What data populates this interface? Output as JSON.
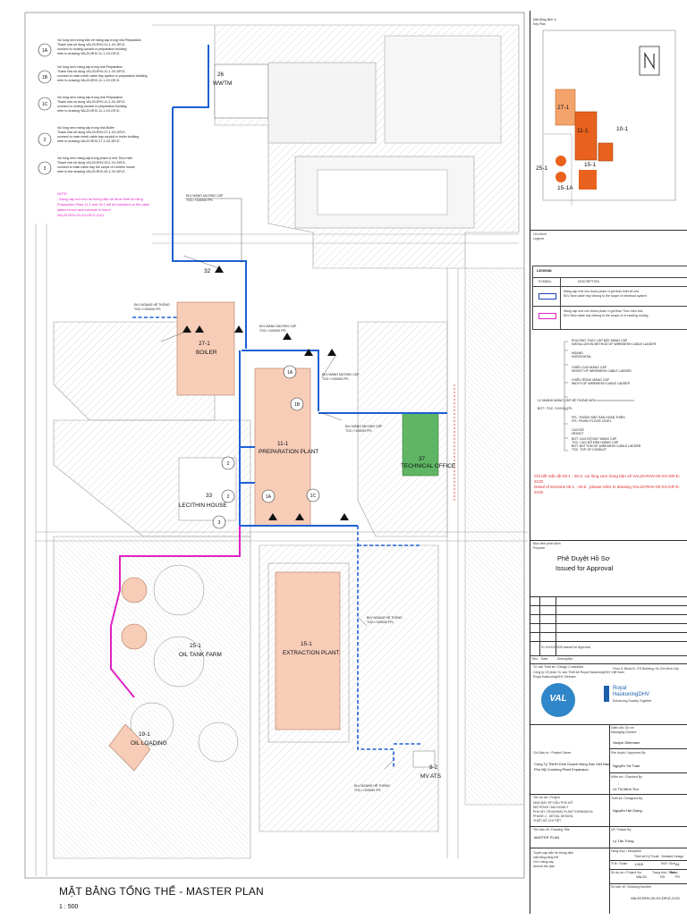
{
  "plan": {
    "title": "MẶT BẰNG TỔNG THỂ - MASTER PLAN",
    "scale": "1 : 500",
    "notes": [
      {
        "tag": "1A",
        "text": [
          "Vui lòng xem trong bản vẽ máng cáp trong nhà Preparation",
          "Thank nhà sử dụng VAL20-RHV-11-1-XX-DR-E-",
          "connect to routing conduit in preparation building",
          "refer to drawing VAL20-RHV-11-1-XX-DR-E-"
        ]
      },
      {
        "tag": "1B",
        "text": [
          "Vui lòng xem máng cáp trong nhà Preparation",
          "Thank nhà sử dụng VAL20-RHV-11-1-XX-DR-E-",
          "connect to main mesh cable tray system in preparation building",
          "refer to drawing VAL20-RHV-11-1-XX-DR-E-"
        ]
      },
      {
        "tag": "1C",
        "text": [
          "Vui lòng xem máng cáp trong nhà Preparation",
          "Thank nhà sử dụng VAL20-RHV-11-1-XX-DR-E-",
          "connect to routing conduit in preparation building",
          "refer to drawing VAL20-RHV-11-1-XX-DR-E-"
        ]
      },
      {
        "tag": "2",
        "text": [
          "Vui lòng xem máng cáp trong nhà Boiler",
          "Thank nhà sử dụng VAL20-RHV-27-1-XX-DR-E-",
          "connect to main mesh cable tray conduit in boiler building",
          "refer to drawing VAL20-RHV-27-1-XX-DR-E-"
        ]
      },
      {
        "tag": "3",
        "text": [
          "Vui lòng xem máng cáp trong phạm vi nhà Thực hiện",
          "Thank nhà sử dụng VAL20-RHV-33-1-XX-DR-E-",
          "connect to main cable tray the scope of Lecithin house",
          "refer to the drawing VAL20-RHV-33-1-XX-DR-E-"
        ]
      }
    ],
    "pink_note": [
      "NOTE:",
      "- Mạng cáp mới cho hệ thống điện sẽ được thiết kế riêng",
      "Preparation Plant 11-1 and 15-1 will be indicated on the cable",
      "tabled trench and manhole in future",
      "VAL20-RHV-00-XX-DR-E-2101"
    ],
    "buildings": [
      {
        "id": "26",
        "name": "WWTM"
      },
      {
        "id": "27-1",
        "name": "BOILER"
      },
      {
        "id": "11-1",
        "name": "PREPARATION PLANT"
      },
      {
        "id": "37",
        "name": "TECHNICAL OFFICE"
      },
      {
        "id": "33",
        "name": "LECITHIN HOUSE"
      },
      {
        "id": "25-1",
        "name": "OIL TANK FARM"
      },
      {
        "id": "15-1",
        "name": "EXTRACTION PLANT"
      },
      {
        "id": "19-1",
        "name": "OIL LOADING"
      },
      {
        "id": "8-2",
        "name": "MV ATS"
      }
    ],
    "callouts": [
      "1A",
      "1B",
      "1C",
      "2",
      "3"
    ],
    "tray_tag": "ĐLV MÁNG MƯƠNG CÁP",
    "tray_level": "TOC=+100000 FFL",
    "conduit_tag": "ĐLV NGANG HỆ THỐNG",
    "mark_32": "32"
  },
  "title_block": {
    "keyplan_heading": "Mặt bằng định vị",
    "keyplan_sub": "Key Plan",
    "keyplan_labels": [
      "27-1",
      "11-1",
      "10-1",
      "25-1",
      "15-1",
      "15-1A"
    ],
    "legend_heading": "Chú thích",
    "legend_sub": "Legend",
    "legend_box_title": "LEGEND",
    "legend_col_symbol": "SYMBOL",
    "legend_col_desc": "DESCRIPTION",
    "legend_rows": [
      {
        "line1": "Máng cáp mới cho thuộc phạm vi gói thầu thiết kế của",
        "line2": "ĐLV  New cable tray belong to the scope of electrical system"
      },
      {
        "line1": "Máng cáp mới cho thuộc phạm vi gói thầu Thực hiện của",
        "line2": "ĐLV  New cable tray belong to the scope of of existing routing"
      }
    ],
    "diagram_left_1": "LV NHÁNH MÁNG CÁP HỆ THỐNG MỚI",
    "diagram_left_2": "BOT / TOC +XXXXX FFL",
    "diagram_right": [
      "PHƯƠNG THỨC LẮP ĐẶT MÁNG CÁP",
      "INSTALLATION METHOD OF WIREMESH CABLE LADDER",
      "NGANG",
      "HORIZONTAL",
      "CHIỀU CAO MÁNG CÁP",
      "HEIGHT OF WIREMESH CABLE LADDER",
      "CHIỀU RỘNG MÁNG CÁP",
      "WIDTH OF WIREMESH CABLE LADDER",
      "FFL: THÔNG MẶT SÀN HOÀN THIỆN",
      "FFL: FINISH FLOOR LEVEL",
      "CAO ĐỘ",
      "HEIGHT",
      "BOT: CAO ĐỘ ĐÁY MÁNG CÁP",
      "TOC: CAO ĐỘ ĐỈNH MÁNG CÁP",
      "BOT: BOTTOM OF WIREMESH CABLE LADDER",
      "TOC: TOP OF CONDUIT"
    ],
    "red_note_1": "Chi tiết mặt cắt 00.1 - 00.6, vui lòng xem trong bản vẽ VAL20-RHV-00-XX-DR-E-2102",
    "red_note_2": "Detail of sections 00.1 - 00.6 , please refer to drawing VAL20-RHV-00-XX-DR-E-2102",
    "purpose_heading": "Mục đích phát hành",
    "purpose_sub": "Purpose",
    "approval_vi": "Phê Duyệt Hồ Sơ",
    "approval_en": "Issued for Approval",
    "rev_row": "01   XX/XX/2025   Issued for Approval",
    "rev_headers": [
      "Rev",
      "Date",
      "Description"
    ],
    "consultant_line": "Tư vấn Thiết kế / Design Consultant",
    "consultant_vi": "Công ty Cổ phần Tư vấn Thiết kế Royal HaskoningDHV Việt Nam",
    "consultant_en": "Royal HaskoningDHV Vietnam",
    "office": "Floor 5, Block B, ITS Building, Ho Chi Minh City",
    "logo_val": "VAL",
    "logo_rh_1": "Royal",
    "logo_rh_2": "HaskoningDHV",
    "logo_rh_3": "Enhancing Society Together",
    "manager_label": "Giám đốc Dự án",
    "manager_en": "Managing Director",
    "manager_name": "Vadym Gliemann",
    "owner_label": "Chủ đầu tư / Project Owner",
    "owner_vi": "Công Ty TNHH Kinh Doanh Nông Sản Việt Nam",
    "owner_en": "Phú Mỹ Crushing Plant Expansion",
    "approved_label": "Phê duyệt / Approved By",
    "approved_name": "Nguyễn Tài Tuấn",
    "checked_label": "Kiểm tra / Checked By",
    "checked_name": "Lê Thị Minh Thư",
    "designed_label": "Thiết kế / Designed By",
    "designed_name": "Nguyễn Hải Giang",
    "drawn_label": "Vẽ / Drawn By",
    "drawn_name": "Lý Tấn Trung",
    "consult_label": "Tên dự án / Project",
    "consult_text": [
      "NHÀ MÁY ÉP DẦU PHÚ MỸ",
      "MỞ RỘNG GIAI ĐOẠN 2",
      "PHU MY CRUSHING PLANT EXPANSION",
      "PHASE 2 - DETAIL DESIGN",
      "THIẾT KẾ CHI TIẾT"
    ],
    "drawing_title_label": "Tên bản vẽ / Drawing Title",
    "drawing_title": "MASTER PLAN",
    "title_vi": [
      "Tuyến cáp dẫn hệ thống điện",
      "mặt bằng tổng thể",
      "vị trí máng cáp",
      "around the plan"
    ],
    "discipline_label": "Hạng mục / Discipline",
    "discipline": "Thiết kế Kỹ Thuật - Detailed Design",
    "scale_label": "Tỉ lệ / Scale",
    "scale": "1:500",
    "size_label": "Khổ / Size",
    "size": "A1",
    "project_no_label": "Số dự án / Project No.",
    "project_no": "VAL20",
    "status_label": "Trạng thái / Status",
    "status": "S3",
    "rev_label": "Rev.",
    "rev": "P2",
    "drawing_no_label": "Số bản vẽ / Drawing Number",
    "drawing_no": "VAL20-RHV-00-XX-DR-E-2101"
  }
}
